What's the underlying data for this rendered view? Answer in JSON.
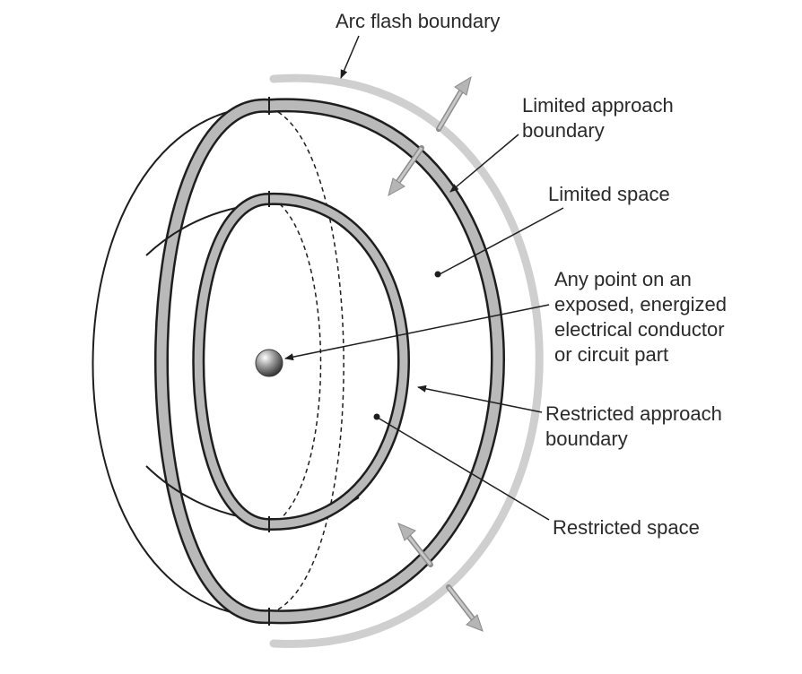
{
  "labels": {
    "arc_flash_boundary": "Arc flash boundary",
    "limited_approach_boundary": [
      "Limited approach",
      "boundary"
    ],
    "limited_space": "Limited space",
    "conductor": [
      "Any point on an",
      "exposed, energized",
      "electrical conductor",
      "or circuit part"
    ],
    "restricted_approach_boundary": [
      "Restricted approach",
      "boundary"
    ],
    "restricted_space": "Restricted space"
  },
  "colors": {
    "line": "#1e1e1e",
    "band_fill": "#b9b9b9",
    "arc_flash_band": "#cfcfcf",
    "arrow_fill": "#b5b5b5"
  }
}
